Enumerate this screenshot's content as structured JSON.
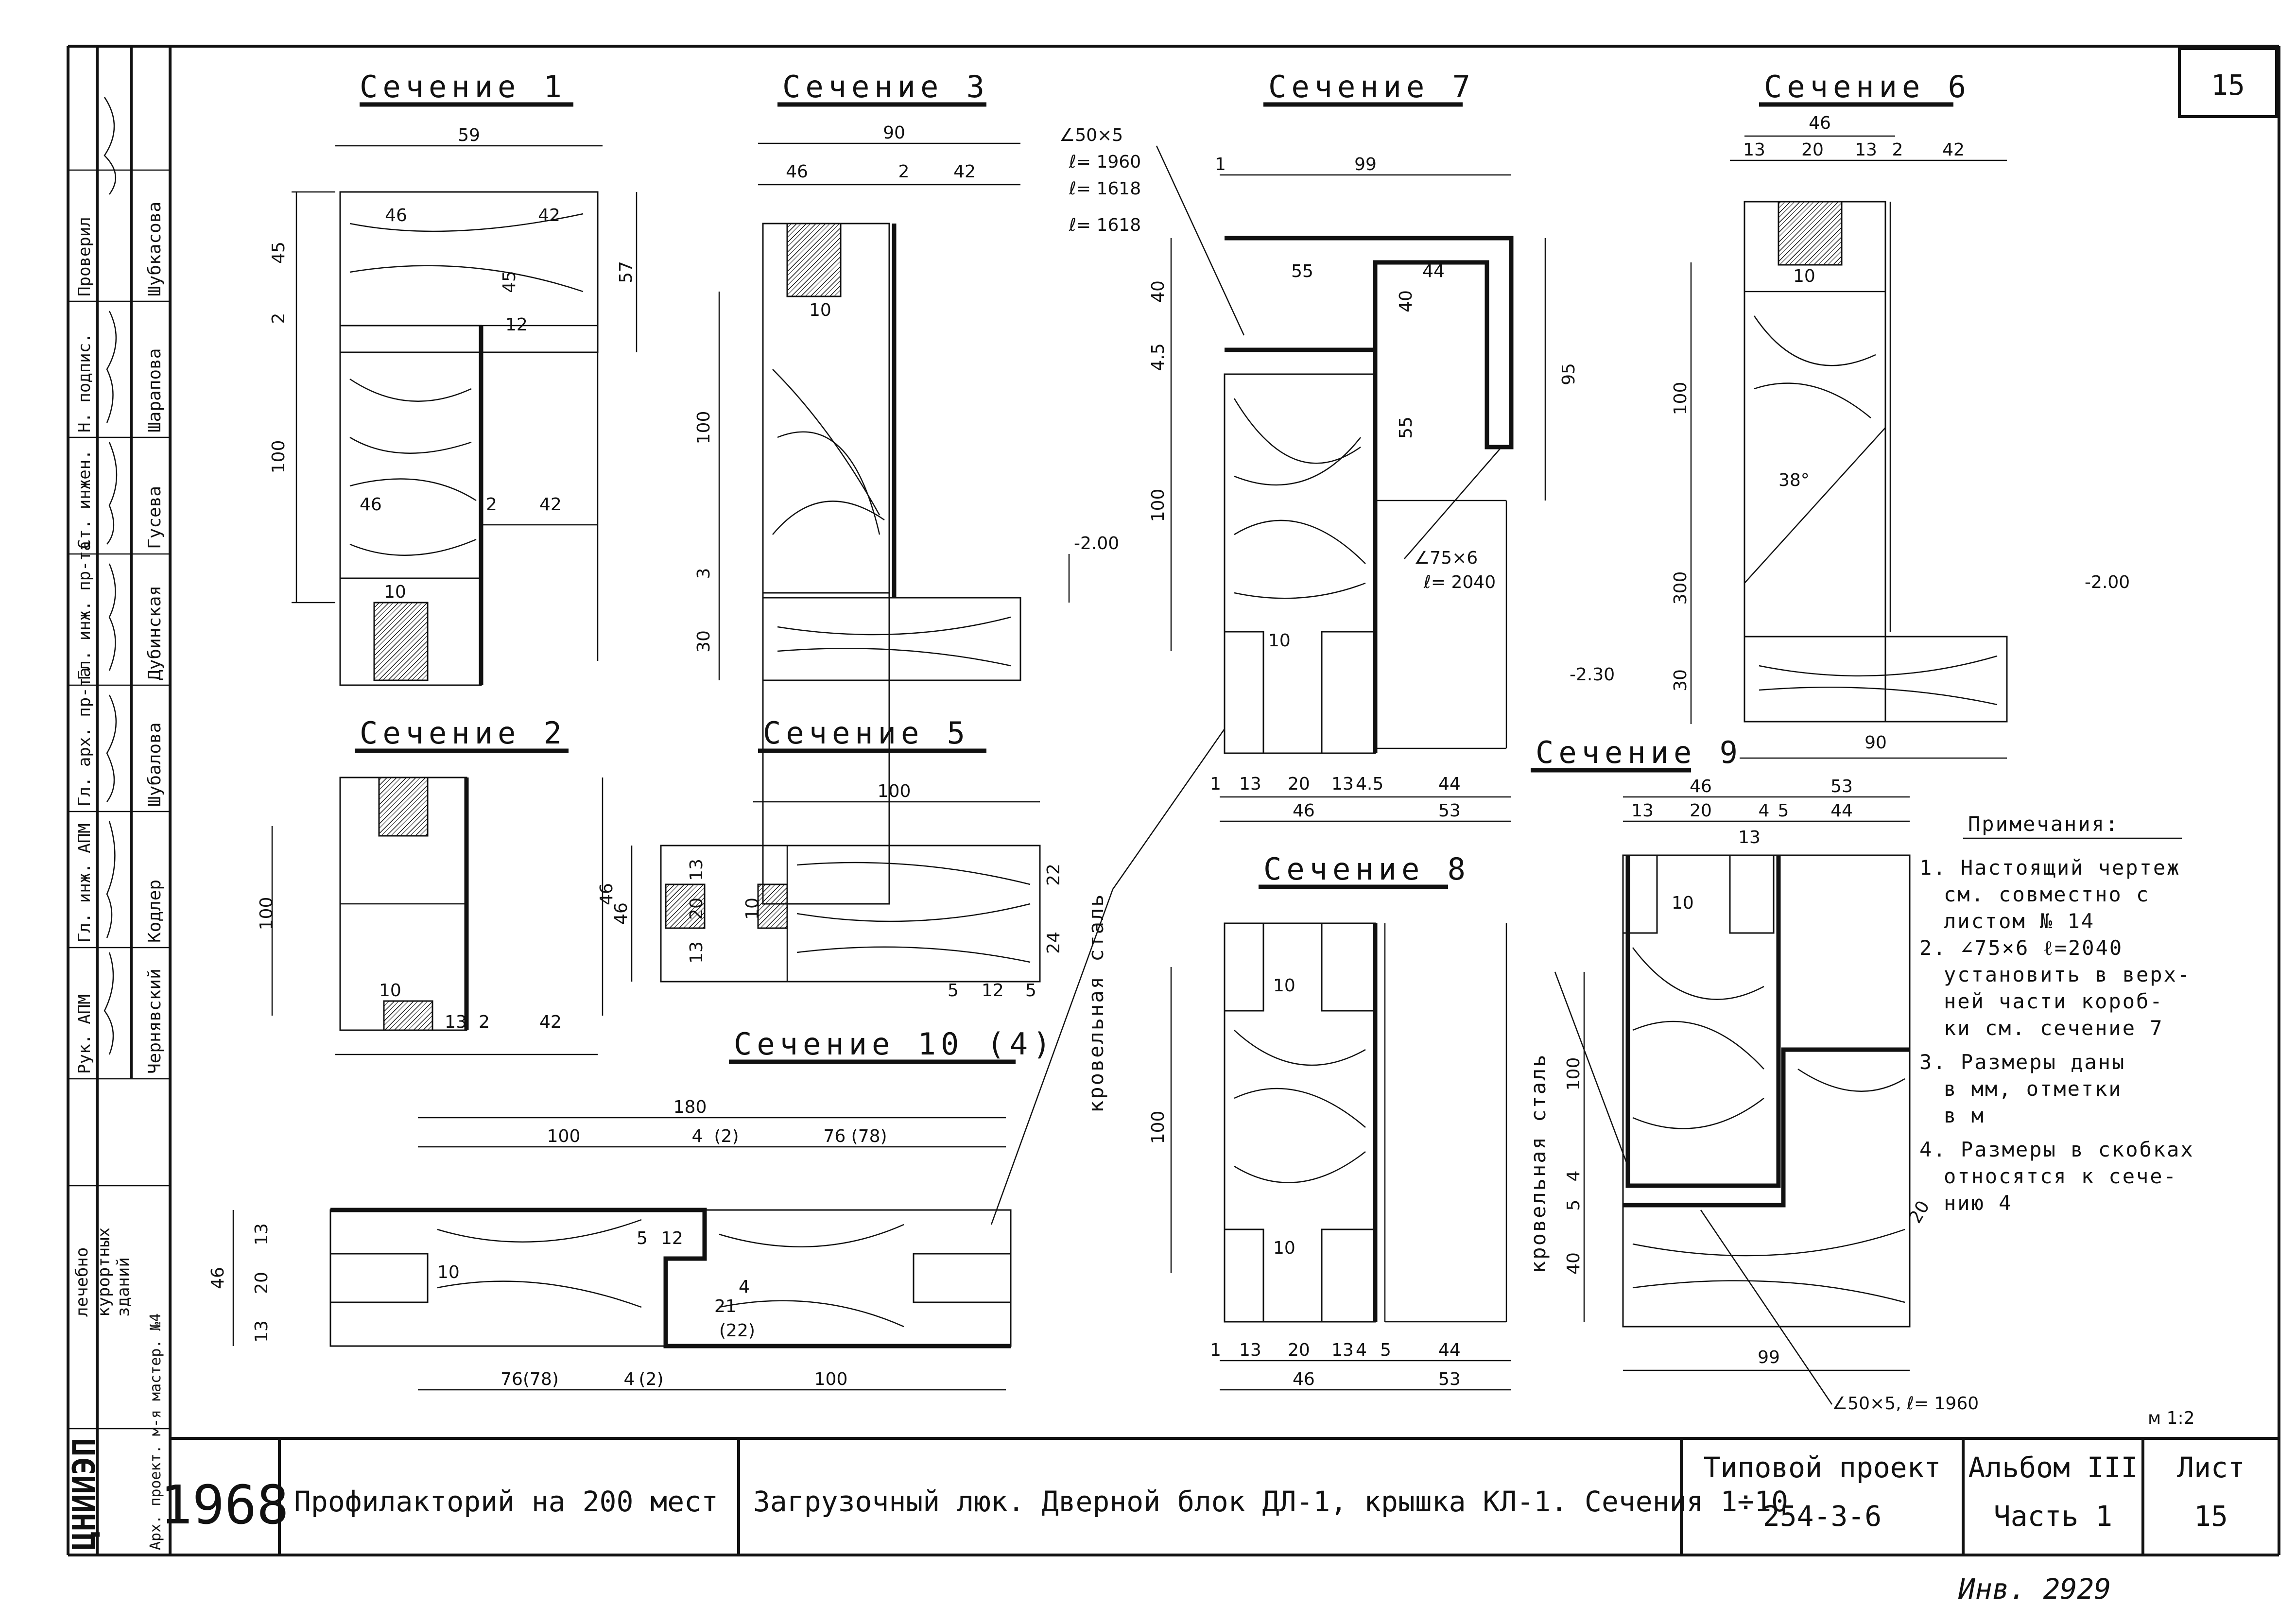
{
  "sheet": {
    "page_number_top": "15",
    "scale": "м 1:2",
    "inventory": "Инв. 2929"
  },
  "sections": {
    "s1": {
      "title": "Сечение 1",
      "dims": [
        "59",
        "46",
        "42",
        "45",
        "45",
        "2",
        "57",
        "12",
        "100",
        "46",
        "2",
        "42",
        "10"
      ]
    },
    "s2": {
      "title": "Сечение 2",
      "dims": [
        "100",
        "46",
        "10",
        "13",
        "2",
        "42"
      ]
    },
    "s3": {
      "title": "Сечение 3",
      "dims": [
        "90",
        "46",
        "2",
        "42",
        "10",
        "100",
        "3",
        "30",
        "-2.00"
      ]
    },
    "s5": {
      "title": "Сечение 5",
      "dims": [
        "100",
        "46",
        "13",
        "20",
        "13",
        "10",
        "22",
        "24",
        "5",
        "12",
        "5"
      ]
    },
    "s6": {
      "title": "Сечение 6",
      "dims": [
        "46",
        "13",
        "20",
        "13",
        "2",
        "42",
        "10",
        "100",
        "38°",
        "300",
        "-2.00",
        "-2.30",
        "30",
        "90"
      ]
    },
    "s7": {
      "title": "Сечение 7",
      "dims": [
        "1",
        "99",
        "55",
        "44",
        "40",
        "4.5",
        "40",
        "95",
        "55",
        "100",
        "10",
        "1",
        "13",
        "20",
        "13",
        "4.5",
        "44",
        "46",
        "53"
      ]
    },
    "s8": {
      "title": "Сечение 8",
      "dims": [
        "10",
        "100",
        "10",
        "1",
        "13",
        "20",
        "13",
        "4",
        "5",
        "44",
        "46",
        "53"
      ]
    },
    "s9": {
      "title": "Сечение 9",
      "dims": [
        "46",
        "53",
        "13",
        "20",
        "4",
        "5",
        "44",
        "13",
        "10",
        "100",
        "5",
        "4",
        "40",
        "99",
        "20"
      ]
    },
    "s10": {
      "title": "Сечение 10 (4)",
      "dims": [
        "180",
        "100",
        "4",
        "(2)",
        "76 (78)",
        "46",
        "13",
        "20",
        "13",
        "10",
        "5",
        "12",
        "21",
        "4",
        "(22)",
        "76(78)",
        "4",
        "(2)",
        "100"
      ]
    }
  },
  "angles": {
    "a1": "∠50×5",
    "a1_l1": "ℓ= 1960",
    "a1_l2": "ℓ= 1618",
    "a1_l3": "ℓ= 1618",
    "a2": "∠75×6",
    "a2_l": "ℓ= 2040",
    "a3": "∠50×5, ℓ= 1960"
  },
  "labels": {
    "roof_steel_1": "кровельная сталь",
    "roof_steel_2": "кровельная сталь"
  },
  "notes": {
    "heading": "Примечания:",
    "items": [
      "1. Настоящий чертеж",
      "см. совместно с",
      "листом № 14",
      "2. ∠75×6 ℓ=2040",
      "установить в верх-",
      "ней части короб-",
      "ки см. сечение 7",
      "3. Размеры даны",
      "в мм, отметки",
      "в м",
      "4. Размеры в скобках",
      "относятся к сече-",
      "нию 4"
    ]
  },
  "stamp_side": {
    "roles": [
      "Рук. АПМ",
      "Гл. инж. АПМ",
      "Гл. арх. пр-та",
      "Гл. инж. пр-та",
      "Ст. инжен.",
      "Н. подпис.",
      "Проверил"
    ],
    "names": [
      "Чернявский",
      "Кодлер",
      "Шубалова",
      "Дубинская",
      "Гусева",
      "Шарапова",
      "Шубкасова"
    ],
    "org": [
      "ЦНИИЭП",
      "лечебно",
      "курортных",
      "зданий",
      "Арх. проект. м-я мастер. №4"
    ]
  },
  "title_block": {
    "year": "1968",
    "project": "Профилакторий на 200 мест",
    "drawing": "Загрузочный люк. Дверной блок ДЛ-1, крышка КЛ-1. Сечения 1÷10",
    "typical_label": "Типовой проект",
    "typical_num": "254-3-6",
    "album_label": "Альбом III",
    "part": "Часть 1",
    "sheet_label": "Лист",
    "sheet_num": "15"
  }
}
